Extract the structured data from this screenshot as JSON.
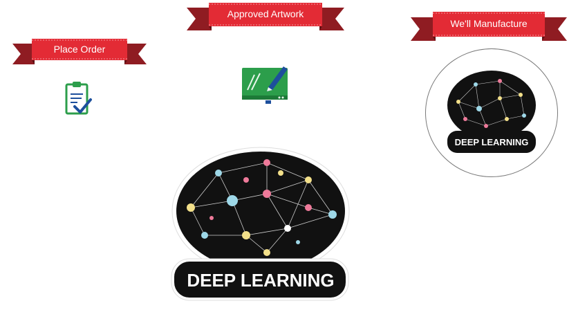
{
  "steps": [
    {
      "label": "Place Order"
    },
    {
      "label": "Approved Artwork"
    },
    {
      "label": "We'll Manufacture"
    }
  ],
  "sticker": {
    "text": "DEEP LEARNING"
  },
  "icons": [
    "clipboard-check-icon",
    "drawing-board-pencil-icon"
  ],
  "colors": {
    "ribbon": "#e32b35",
    "ribbon_dark": "#8f1c22",
    "icon_green": "#2c9e4b",
    "icon_blue": "#1d4f9c",
    "sticker_bg": "#111111"
  }
}
